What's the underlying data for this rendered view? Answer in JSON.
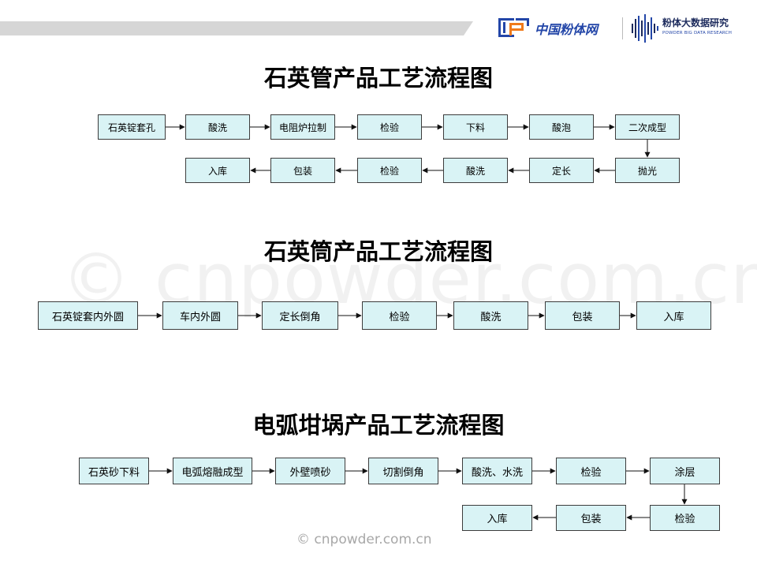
{
  "header": {
    "logo1_text": "中国粉体网",
    "logo2_text_cn": "粉体大数据研究",
    "logo2_text_en": "POWDER BIG DATA RESEARCH"
  },
  "section1": {
    "title": "石英管产品工艺流程图",
    "row1": [
      "石英锭套孔",
      "酸洗",
      "电阻炉拉制",
      "检验",
      "下料",
      "酸泡",
      "二次成型"
    ],
    "row2": [
      "入库",
      "包装",
      "检验",
      "酸洗",
      "定长",
      "抛光"
    ]
  },
  "section2": {
    "title": "石英筒产品工艺流程图",
    "row1": [
      "石英锭套内外圆",
      "车内外圆",
      "定长倒角",
      "检验",
      "酸洗",
      "包装",
      "入库"
    ]
  },
  "section3": {
    "title": "电弧坩埚产品工艺流程图",
    "row1": [
      "石英砂下料",
      "电弧熔融成型",
      "外壁喷砂",
      "切割倒角",
      "酸洗、水洗",
      "检验",
      "涂层"
    ],
    "row2": [
      "入库",
      "包装",
      "检验"
    ]
  },
  "watermark": {
    "large": "© cnpowder.com.cn",
    "small": "© cnpowder.com.cn"
  },
  "colors": {
    "box_fill": "#d9f3f5",
    "box_border": "#3c3c3c",
    "header_bar": "#d6d6d6",
    "logo_blue": "#2346a8",
    "logo_orange": "#f07a1a"
  }
}
